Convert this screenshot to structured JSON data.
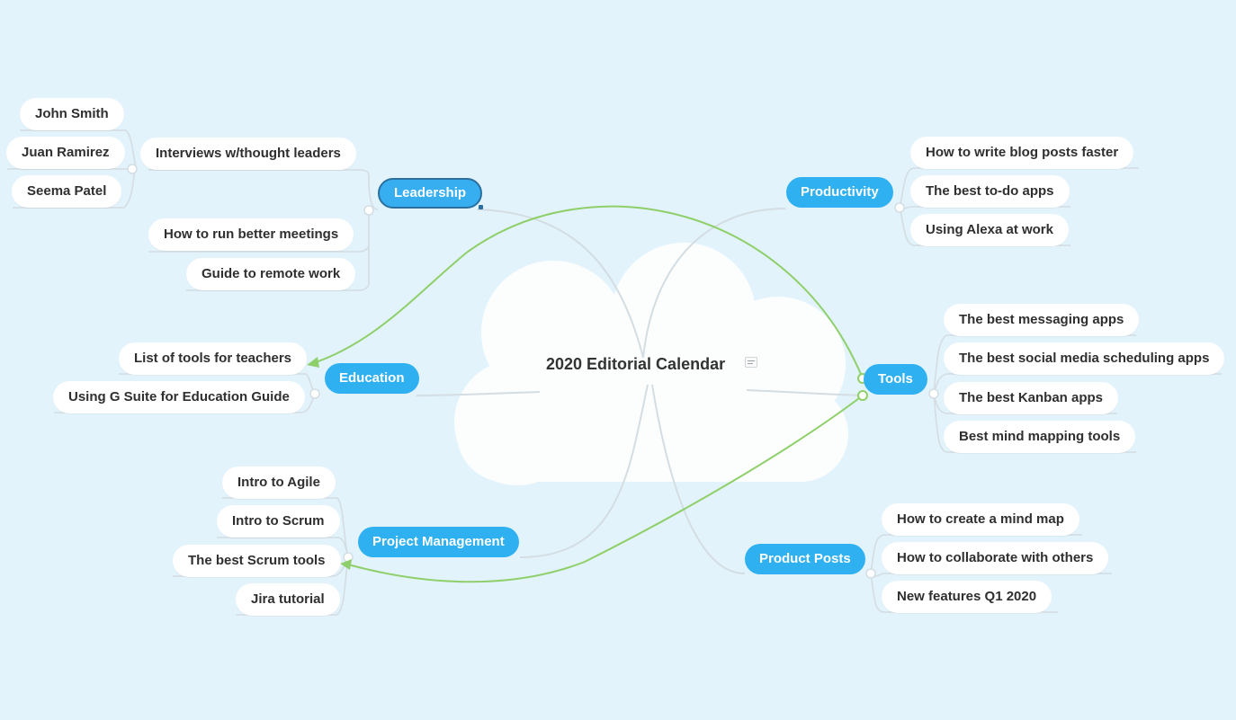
{
  "colors": {
    "background": "#e2f3fc",
    "branch": "#2fb0f0",
    "connector": "#d3dde2",
    "relationship": "#8fcf6a"
  },
  "central_topic": {
    "label": "2020 Editorial Calendar",
    "icon": "note-icon"
  },
  "branches": {
    "leadership": {
      "label": "Leadership",
      "items": [
        {
          "label": "Interviews w/thought leaders",
          "children": [
            "John Smith",
            "Juan Ramirez",
            "Seema Patel"
          ]
        },
        {
          "label": "How to run better meetings"
        },
        {
          "label": "Guide to remote work"
        }
      ]
    },
    "education": {
      "label": "Education",
      "items": [
        "List of tools for teachers",
        "Using G Suite for Education Guide"
      ]
    },
    "project_management": {
      "label": "Project Management",
      "items": [
        "Intro to Agile",
        "Intro to Scrum",
        "The best Scrum tools",
        "Jira tutorial"
      ]
    },
    "productivity": {
      "label": "Productivity",
      "items": [
        "How to write blog posts faster",
        "The best to-do apps",
        "Using Alexa at work"
      ]
    },
    "tools": {
      "label": "Tools",
      "items": [
        "The best messaging apps",
        "The best social media scheduling apps",
        "The best Kanban apps",
        "Best mind mapping tools"
      ]
    },
    "product_posts": {
      "label": "Product Posts",
      "items": [
        "How to create a mind map",
        "How to collaborate with others",
        "New features Q1 2020"
      ]
    }
  }
}
